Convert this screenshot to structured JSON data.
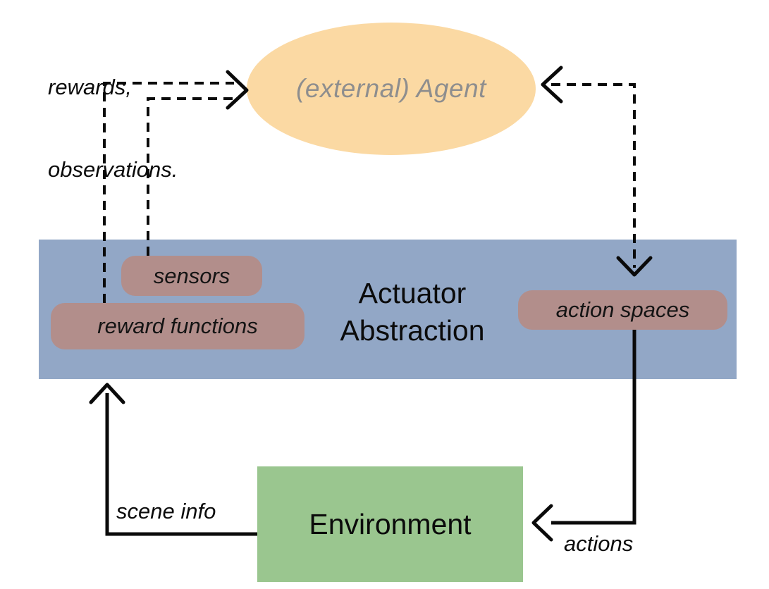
{
  "agent": {
    "label": "(external) Agent"
  },
  "band": {
    "title_lines": [
      "Actuator",
      "Abstraction"
    ],
    "badges": {
      "sensors": "sensors",
      "reward_functions": "reward functions",
      "action_spaces": "action spaces"
    }
  },
  "environment": {
    "label": "Environment"
  },
  "edge_labels": {
    "rewards_observations_lines": [
      "rewards,",
      "observations."
    ],
    "scene_info": "scene info",
    "actions": "actions"
  },
  "colors": {
    "agent_fill": "#fbd9a3",
    "agent_text": "#8e8e8e",
    "band_fill": "#92a7c6",
    "badge_fill": "#b28e8b",
    "environment_fill": "#9ac68f",
    "line_color": "#0a0a0a"
  }
}
